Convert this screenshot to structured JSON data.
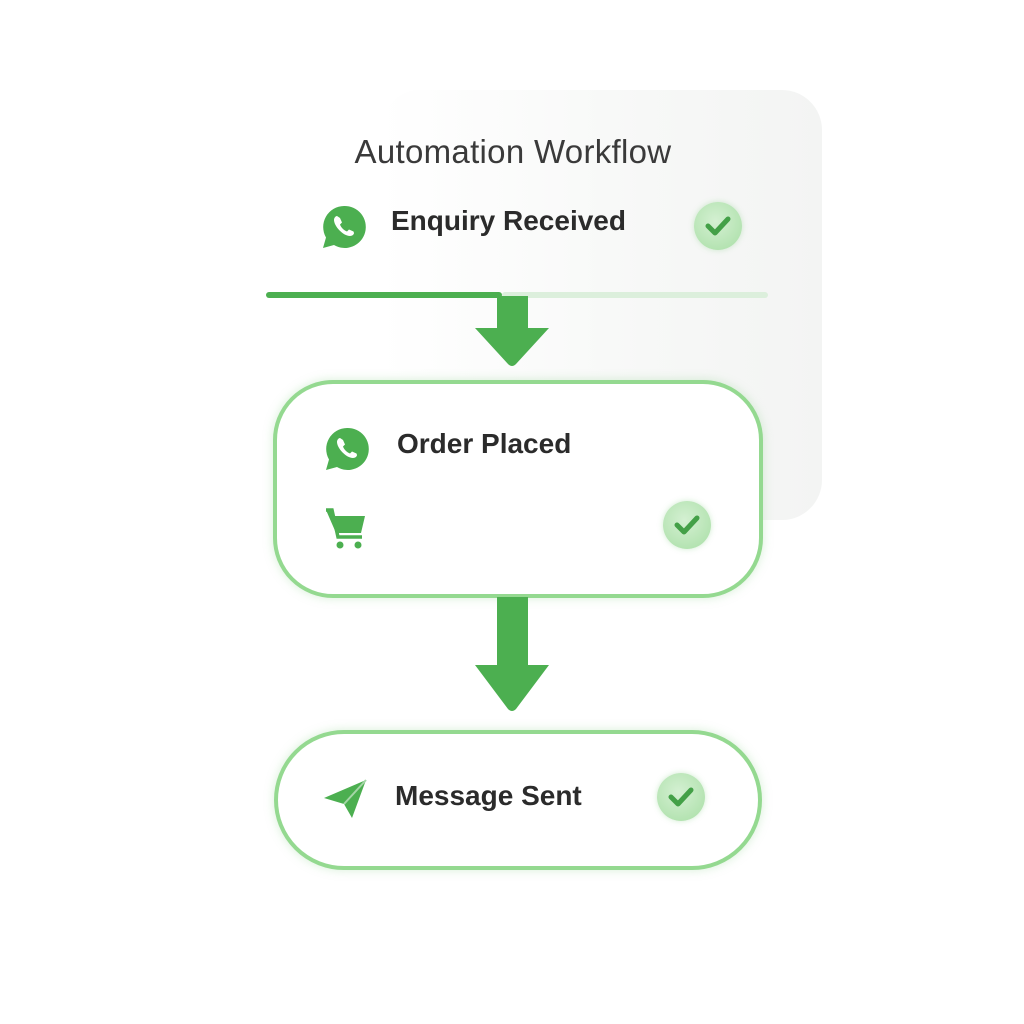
{
  "workflow": {
    "title": "Automation Workflow",
    "progress_percent": 47,
    "steps": [
      {
        "label": "Enquiry Received",
        "icon": "whatsapp-icon",
        "status": "completed"
      },
      {
        "label": "Order Placed",
        "icon": "whatsapp-icon",
        "secondary_icon": "cart-icon",
        "status": "completed"
      },
      {
        "label": "Message Sent",
        "icon": "send-icon",
        "status": "completed"
      }
    ]
  },
  "colors": {
    "accent": "#4caf50",
    "border": "#94d990",
    "check_bg": "#b8e4b5",
    "text": "#2b2b2b"
  }
}
